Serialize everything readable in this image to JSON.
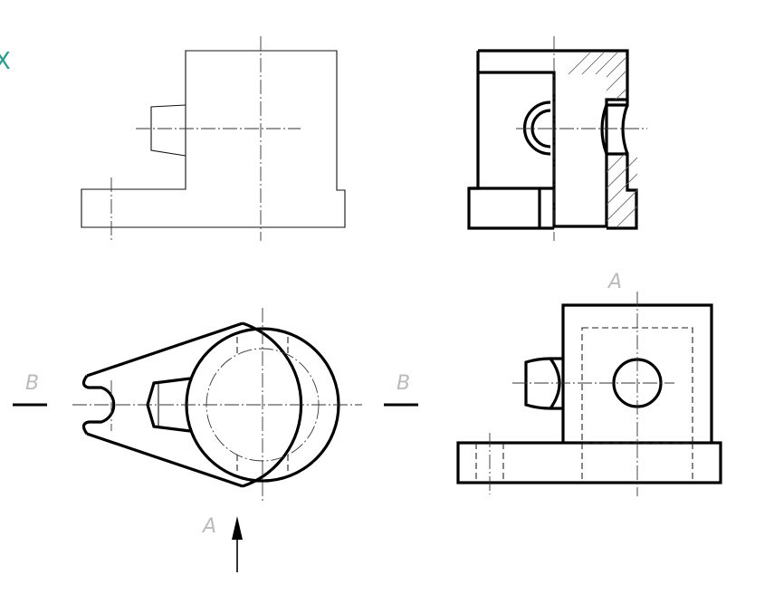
{
  "labels": {
    "section_bottom": "B",
    "section_top": "A",
    "corner_mark": "X"
  },
  "colors": {
    "line": "#000000",
    "label": "#bbbbbb",
    "corner_mark": "#2a9d8f"
  }
}
